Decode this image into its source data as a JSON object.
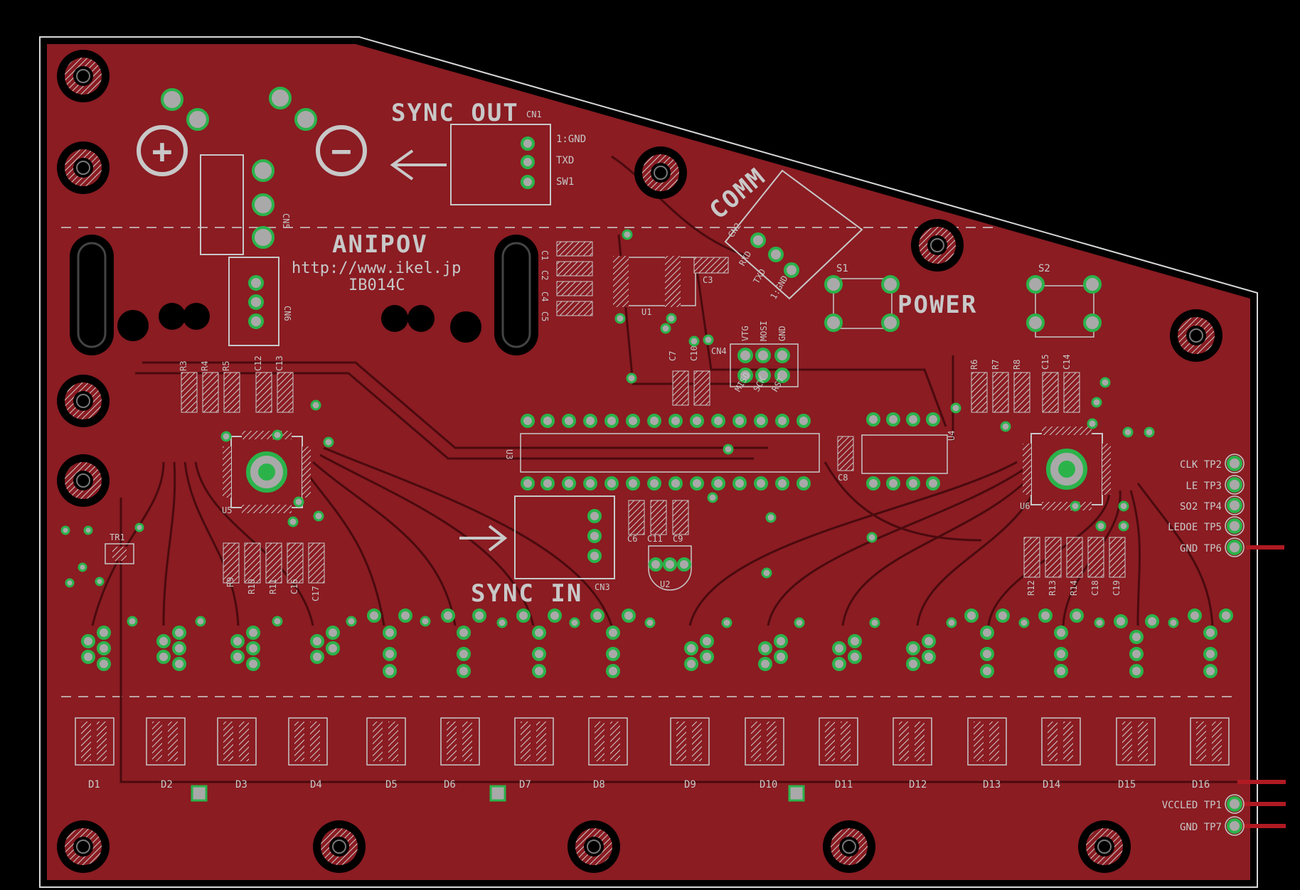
{
  "board": {
    "title": "ANIPOV",
    "url": "http://www.ikel.jp",
    "model": "IB014C",
    "colors": {
      "background": "#000000",
      "copper": "#8a1c22",
      "trace": "#5e0d12",
      "silk": "#c8c8c8",
      "drill": "#2bb34a",
      "pad": "#a9a9a9"
    }
  },
  "labels": {
    "sync_out": "SYNC OUT",
    "sync_in": "SYNC IN",
    "comm": "COMM",
    "power": "POWER",
    "plus": "+",
    "minus": "−",
    "cn1_pins": [
      "1:GND",
      "TXD",
      "SW1"
    ],
    "cn2_pins": [
      "RXD",
      "TXD",
      "1:GND"
    ],
    "isp_pins": [
      "VTG",
      "MOSI",
      "GND",
      "MISO",
      "SCK",
      "RST"
    ]
  },
  "components": {
    "connectors": [
      "CN1",
      "CN2",
      "CN3",
      "CN4",
      "CN5",
      "CN6"
    ],
    "ics": [
      "U1",
      "U2",
      "U3",
      "U4",
      "U5",
      "U6"
    ],
    "resistors": [
      "R3",
      "R4",
      "R5",
      "R6",
      "R7",
      "R8",
      "R9",
      "R10",
      "R11",
      "R12",
      "R13",
      "R14"
    ],
    "capacitors": [
      "C1",
      "C2",
      "C3",
      "C4",
      "C5",
      "C6",
      "C7",
      "C8",
      "C9",
      "C10",
      "C11",
      "C12",
      "C13",
      "C14",
      "C15",
      "C16",
      "C17",
      "C18",
      "C19"
    ],
    "switches": [
      "S1",
      "S2"
    ],
    "transistor": "TR1",
    "leds": [
      "D1",
      "D2",
      "D3",
      "D4",
      "D5",
      "D6",
      "D7",
      "D8",
      "D9",
      "D10",
      "D11",
      "D12",
      "D13",
      "D14",
      "D15",
      "D16"
    ]
  },
  "test_points": [
    {
      "name": "CLK",
      "tp": "TP2"
    },
    {
      "name": "LE",
      "tp": "TP3"
    },
    {
      "name": "SO2",
      "tp": "TP4"
    },
    {
      "name": "LEDOE",
      "tp": "TP5"
    },
    {
      "name": "GND",
      "tp": "TP6"
    },
    {
      "name": "VCCLED",
      "tp": "TP1"
    },
    {
      "name": "GND",
      "tp": "TP7"
    }
  ]
}
